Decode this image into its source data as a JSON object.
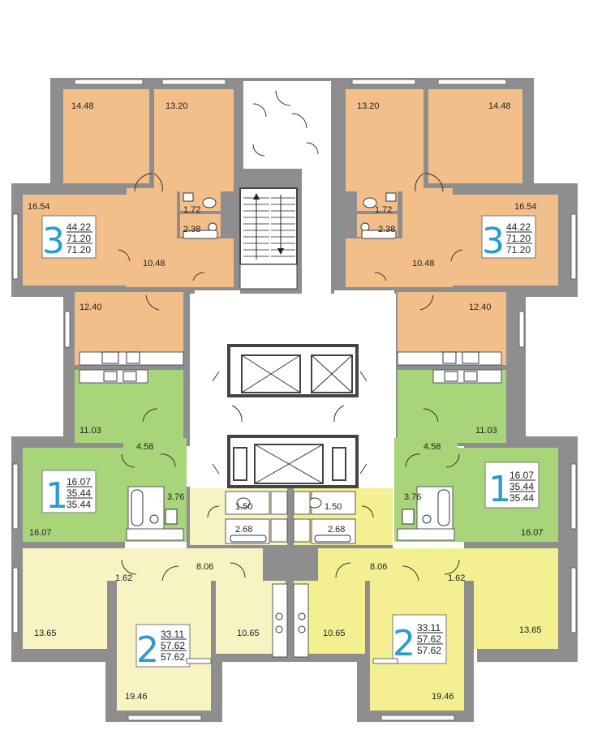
{
  "colors": {
    "three_room": "#f2bf8a",
    "one_room": "#a8d47a",
    "two_room_left": "#f8f3c3",
    "two_room_right": "#f4f091",
    "wall": "#8e8e8e",
    "hall_border": "#444444",
    "accent_number": "#2b9bd0"
  },
  "apartments": [
    {
      "id": "apt3-left",
      "rooms": "3",
      "living": "44.22",
      "total": "71.20",
      "total_with_balcony": "71.20"
    },
    {
      "id": "apt3-right",
      "rooms": "3",
      "living": "44.22",
      "total": "71.20",
      "total_with_balcony": "71.20"
    },
    {
      "id": "apt1-left",
      "rooms": "1",
      "living": "16.07",
      "total": "35.44",
      "total_with_balcony": "35.44"
    },
    {
      "id": "apt1-right",
      "rooms": "1",
      "living": "16.07",
      "total": "35.44",
      "total_with_balcony": "35.44"
    },
    {
      "id": "apt2-left",
      "rooms": "2",
      "living": "33.11",
      "total": "57.62",
      "total_with_balcony": "57.62"
    },
    {
      "id": "apt2-right",
      "rooms": "2",
      "living": "33.11",
      "total": "57.62",
      "total_with_balcony": "57.62"
    }
  ],
  "room_areas": {
    "l3_room_a": "14.48",
    "l3_room_b": "13.20",
    "l3_room_c": "16.54",
    "l3_wc": "1.72",
    "l3_bath": "2.38",
    "l3_hall": "10.48",
    "l3_kitchen": "12.40",
    "r3_room_a": "13.20",
    "r3_room_b": "14.48",
    "r3_room_c": "16.54",
    "r3_wc": "1.72",
    "r3_bath": "2.38",
    "r3_hall": "10.48",
    "r3_kitchen": "12.40",
    "l1_kitchen": "11.03",
    "l1_hall": "4.58",
    "l1_room": "16.07",
    "l1_bath": "3.76",
    "r1_kitchen": "11.03",
    "r1_hall": "4.58",
    "r1_room": "16.07",
    "r1_bath": "3.76",
    "l2_wc": "1.50",
    "l2_bath": "2.68",
    "l2_hall": "8.06",
    "l2_small": "1.62",
    "l2_room_a": "13.65",
    "l2_kitchen": "10.65",
    "l2_room_b": "19.46",
    "r2_wc": "1.50",
    "r2_bath": "2.68",
    "r2_hall": "8.06",
    "r2_small": "1.62",
    "r2_room_a": "13.65",
    "r2_kitchen": "10.65",
    "r2_room_b": "19.46"
  }
}
